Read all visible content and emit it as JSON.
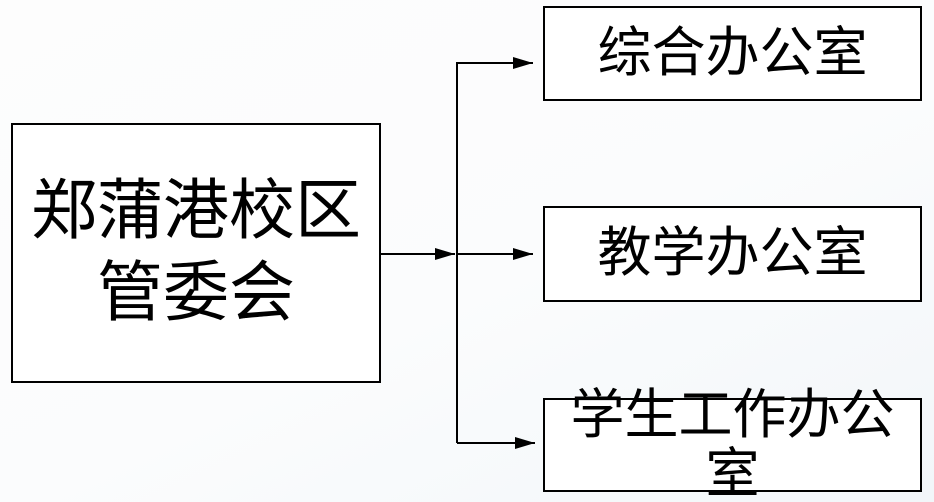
{
  "org_chart": {
    "root": {
      "label": "郑蒲港校区\n管委会"
    },
    "departments": [
      {
        "label": "综合办公室"
      },
      {
        "label": "教学办公室"
      },
      {
        "label": "学生工作办公室"
      }
    ],
    "colors": {
      "line": "#000000",
      "box_border": "#000000",
      "box_background": "#ffffff",
      "page_background": "#fafbfc"
    }
  }
}
